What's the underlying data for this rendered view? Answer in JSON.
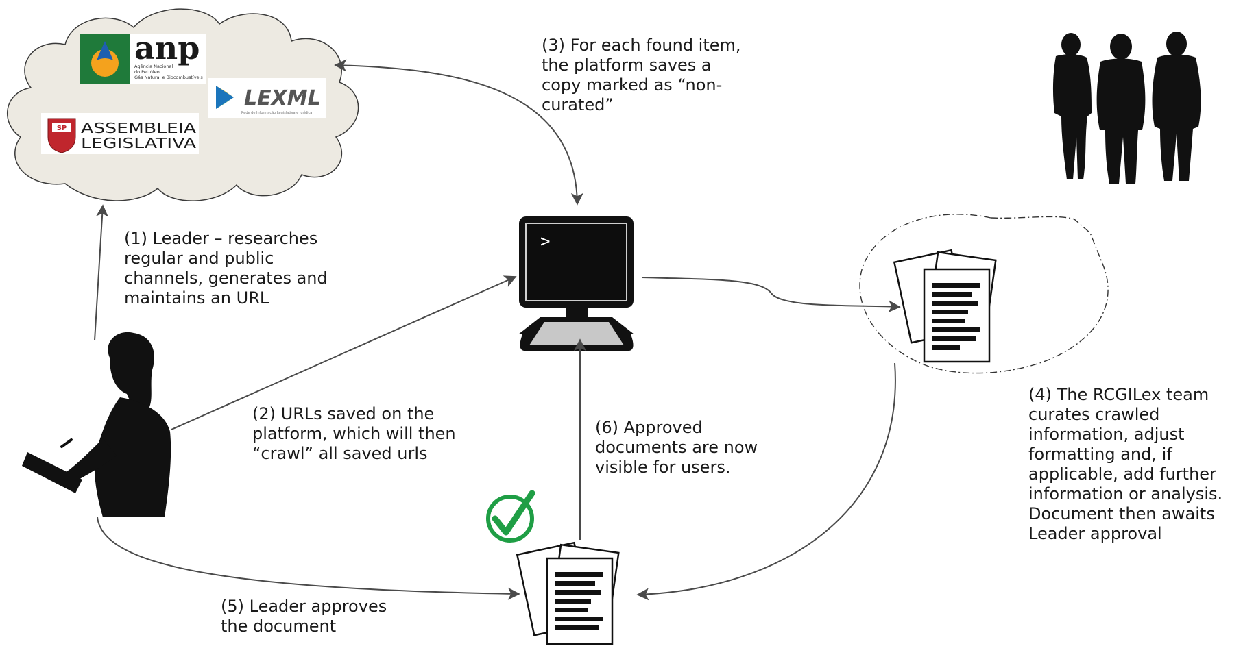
{
  "logos": {
    "anp": {
      "name": "anp",
      "subtitle": [
        "Agência Nacional",
        "do Petróleo,",
        "Gás Natural e Biocombustíveis"
      ]
    },
    "lexml": {
      "name": "LEXML",
      "subtitle": "Rede de Informação Legislativa e Jurídica"
    },
    "assembleia": {
      "emblem": "SP",
      "lines": [
        "ASSEMBLEIA",
        "LEGISLATIVA"
      ]
    }
  },
  "terminal": {
    "prompt": ">"
  },
  "steps": {
    "step1": [
      "(1) Leader – researches",
      "regular and public",
      "channels, generates and",
      "maintains an URL"
    ],
    "step2": [
      "(2) URLs saved on the",
      "platform, which will then",
      "“crawl” all saved urls"
    ],
    "step3": [
      "(3) For each found item,",
      "the platform saves a",
      "copy marked as “non-",
      "curated”"
    ],
    "step4": [
      "(4) The RCGILex team",
      "curates crawled",
      "information, adjust",
      "formatting and, if",
      "applicable, add further",
      "information or analysis.",
      "Document then awaits",
      "Leader approval"
    ],
    "step5": [
      "(5) Leader approves",
      "the document"
    ],
    "step6": [
      "(6) Approved",
      "documents are now",
      "visible for users."
    ]
  },
  "icons": {
    "cloud": "cloud-icon",
    "computer": "computer-terminal-icon",
    "leader": "leader-silhouette-icon",
    "team": "team-silhouettes-icon",
    "documents": "document-stack-icon",
    "check": "check-circle-icon",
    "thought_bubble": "thought-bubble-icon"
  },
  "colors": {
    "cloud_fill": "#edeae2",
    "arrow": "#4a4a4a",
    "check_green": "#1f9e45",
    "anp_green": "#1f7a3a",
    "anp_orange": "#f4a21d",
    "lexml_blue": "#1b75bc",
    "lexml_yellow": "#f7c600",
    "lexml_green": "#3aa655",
    "screen": "#0d0d0d",
    "base_gray": "#c8c8c8"
  }
}
